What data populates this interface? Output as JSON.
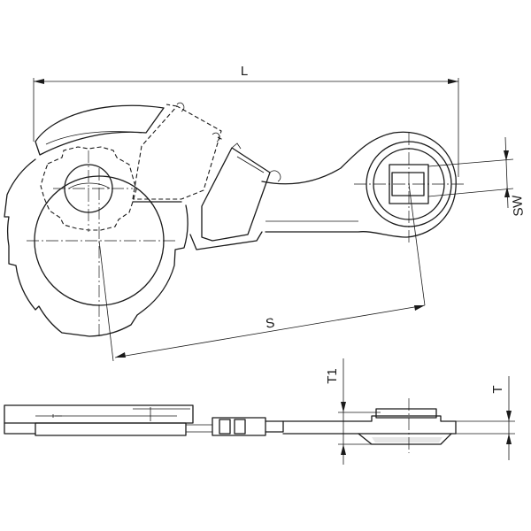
{
  "dimensions": {
    "length": "L",
    "spacing": "S",
    "width_across_flats": "SW",
    "thickness_1": "T1",
    "thickness": "T"
  },
  "colors": {
    "line": "#1a1a1a",
    "background": "#ffffff",
    "shading": "#e6e6e6"
  }
}
